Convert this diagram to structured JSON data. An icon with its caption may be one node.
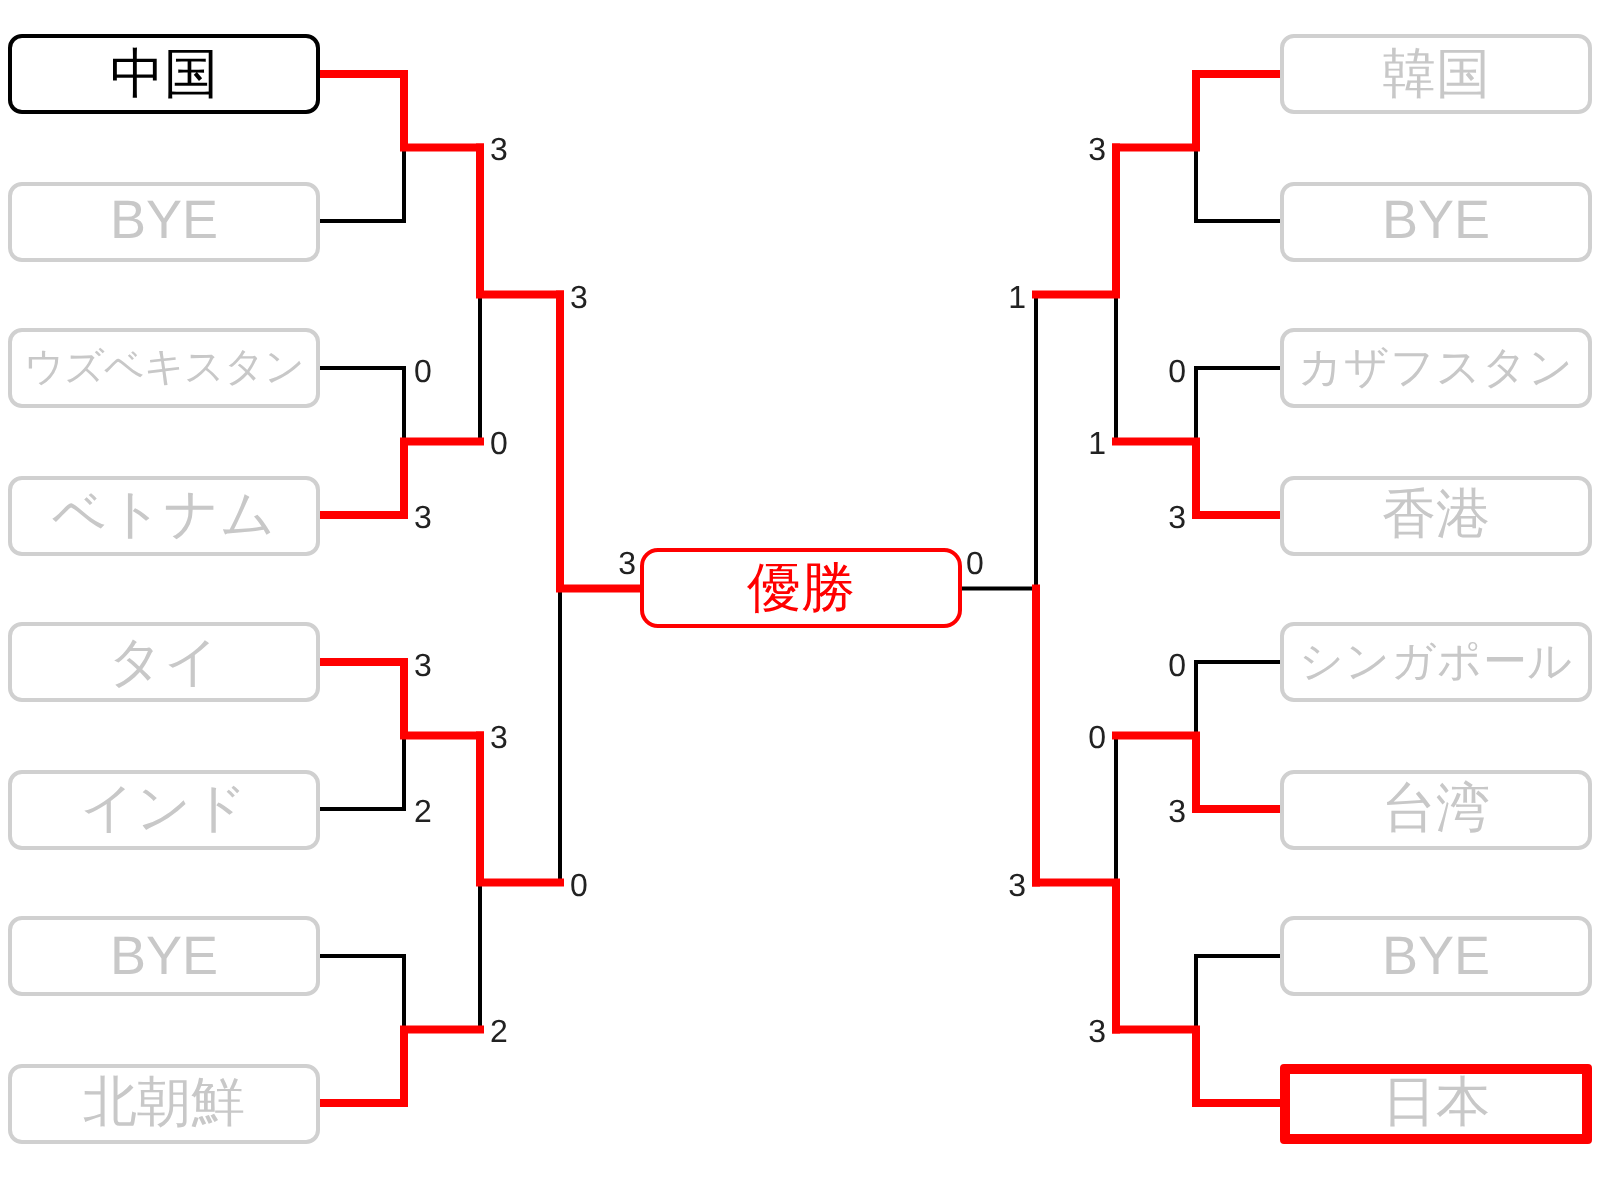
{
  "diagram": {
    "nodes": [
      {
        "text": [
          "中国"
        ]
      },
      {
        "text": [
          "韓国"
        ]
      },
      {
        "text": [
          "3"
        ]
      },
      {
        "text": [
          "3"
        ]
      },
      {
        "text": [
          "BYE"
        ]
      },
      {
        "text": [
          "BYE"
        ]
      },
      {
        "text": [
          "3"
        ]
      },
      {
        "text": [
          "1"
        ]
      },
      {
        "text": [
          "ウズベキスタン"
        ]
      },
      {
        "text": [
          "0"
        ]
      },
      {
        "text": [
          "0"
        ]
      },
      {
        "text": [
          "カザフスタン"
        ]
      },
      {
        "text": [
          "0"
        ]
      },
      {
        "text": [
          "1"
        ]
      },
      {
        "text": [
          "ベトナム"
        ]
      },
      {
        "text": [
          "3"
        ]
      },
      {
        "text": [
          "3"
        ]
      },
      {
        "text": [
          "香港"
        ]
      },
      {
        "text": [
          "優勝"
        ]
      },
      {
        "text": [
          "タイ"
        ]
      },
      {
        "text": [
          "3"
        ]
      },
      {
        "text": [
          "0"
        ]
      },
      {
        "text": [
          "シンガポール"
        ]
      },
      {
        "text": [
          "3"
        ]
      },
      {
        "text": [
          "0"
        ]
      },
      {
        "text": [
          "インド"
        ]
      },
      {
        "text": [
          "2"
        ]
      },
      {
        "text": [
          "3"
        ]
      },
      {
        "text": [
          "台湾"
        ]
      },
      {
        "text": [
          "0"
        ]
      },
      {
        "text": [
          "3"
        ]
      },
      {
        "text": [
          "BYE"
        ]
      },
      {
        "text": [
          "BYE"
        ]
      },
      {
        "text": [
          "2"
        ]
      },
      {
        "text": [
          "3"
        ]
      },
      {
        "text": [
          "北朝鮮"
        ]
      },
      {
        "text": [
          "日本"
        ]
      }
    ],
    "edges": [
      {
        "from": 0,
        "to": 2,
        "arrow": "none",
        "style": "thick",
        "color": "#ff0000"
      },
      {
        "from": 1,
        "to": 3,
        "arrow": "none",
        "style": "thick",
        "color": "#ff0000"
      },
      {
        "from": 2,
        "to": 6,
        "arrow": "none",
        "style": "thick",
        "color": "#ff0000"
      },
      {
        "from": 3,
        "to": 7,
        "arrow": "none",
        "style": "thick",
        "color": "#ff0000"
      },
      {
        "from": 4,
        "to": null,
        "arrow": "none"
      },
      {
        "from": 5,
        "to": null,
        "arrow": "none"
      },
      {
        "from": 6,
        "to": 18,
        "arrow": "none",
        "style": "thick",
        "color": "#ff0000"
      },
      {
        "from": 7,
        "to": null,
        "arrow": "none"
      },
      {
        "from": 8,
        "to": 9,
        "arrow": "none"
      },
      {
        "from": 9,
        "to": null,
        "arrow": "none"
      },
      {
        "from": 10,
        "to": null,
        "arrow": "none"
      },
      {
        "from": 11,
        "to": 10,
        "arrow": "none"
      },
      {
        "from": 12,
        "to": null,
        "arrow": "none"
      },
      {
        "from": 13,
        "to": null,
        "arrow": "none"
      },
      {
        "from": 14,
        "to": 15,
        "arrow": "none",
        "style": "thick",
        "color": "#ff0000"
      },
      {
        "from": 15,
        "to": 12,
        "arrow": "none",
        "style": "thick",
        "color": "#ff0000"
      },
      {
        "from": 16,
        "to": 13,
        "arrow": "none",
        "style": "thick",
        "color": "#ff0000"
      },
      {
        "from": 17,
        "to": 16,
        "arrow": "none",
        "style": "thick",
        "color": "#ff0000"
      },
      {
        "from": 19,
        "to": 20,
        "arrow": "none",
        "style": "thick",
        "color": "#ff0000"
      },
      {
        "from": 20,
        "to": 23,
        "arrow": "none",
        "style": "thick",
        "color": "#ff0000"
      },
      {
        "from": 21,
        "to": null,
        "arrow": "none"
      },
      {
        "from": 22,
        "to": 21,
        "arrow": "none"
      },
      {
        "from": 23,
        "to": 29,
        "arrow": "none",
        "style": "thick",
        "color": "#ff0000"
      },
      {
        "from": 24,
        "to": null,
        "arrow": "none"
      },
      {
        "from": 25,
        "to": 26,
        "arrow": "none"
      },
      {
        "from": 26,
        "to": null,
        "arrow": "none"
      },
      {
        "from": 27,
        "to": 24,
        "arrow": "none",
        "style": "thick",
        "color": "#ff0000"
      },
      {
        "from": 28,
        "to": 27,
        "arrow": "none",
        "style": "thick",
        "color": "#ff0000"
      },
      {
        "from": 29,
        "to": null,
        "arrow": "none"
      },
      {
        "from": 30,
        "to": null,
        "arrow": "none",
        "style": "thick",
        "color": "#ff0000"
      },
      {
        "from": 31,
        "to": null,
        "arrow": "none"
      },
      {
        "from": 32,
        "to": null,
        "arrow": "none"
      },
      {
        "from": 33,
        "to": null,
        "arrow": "none"
      },
      {
        "from": 34,
        "to": 30,
        "arrow": "none",
        "style": "thick",
        "color": "#ff0000"
      },
      {
        "from": 35,
        "to": 33,
        "arrow": "none",
        "style": "thick",
        "color": "#ff0000"
      },
      {
        "from": 36,
        "to": 34,
        "arrow": "none",
        "style": "thick",
        "color": "#ff0000"
      },
      {
        "from": null,
        "to": 18,
        "arrow": "none"
      }
    ],
    "labels": [
      "3",
      "0"
    ]
  }
}
